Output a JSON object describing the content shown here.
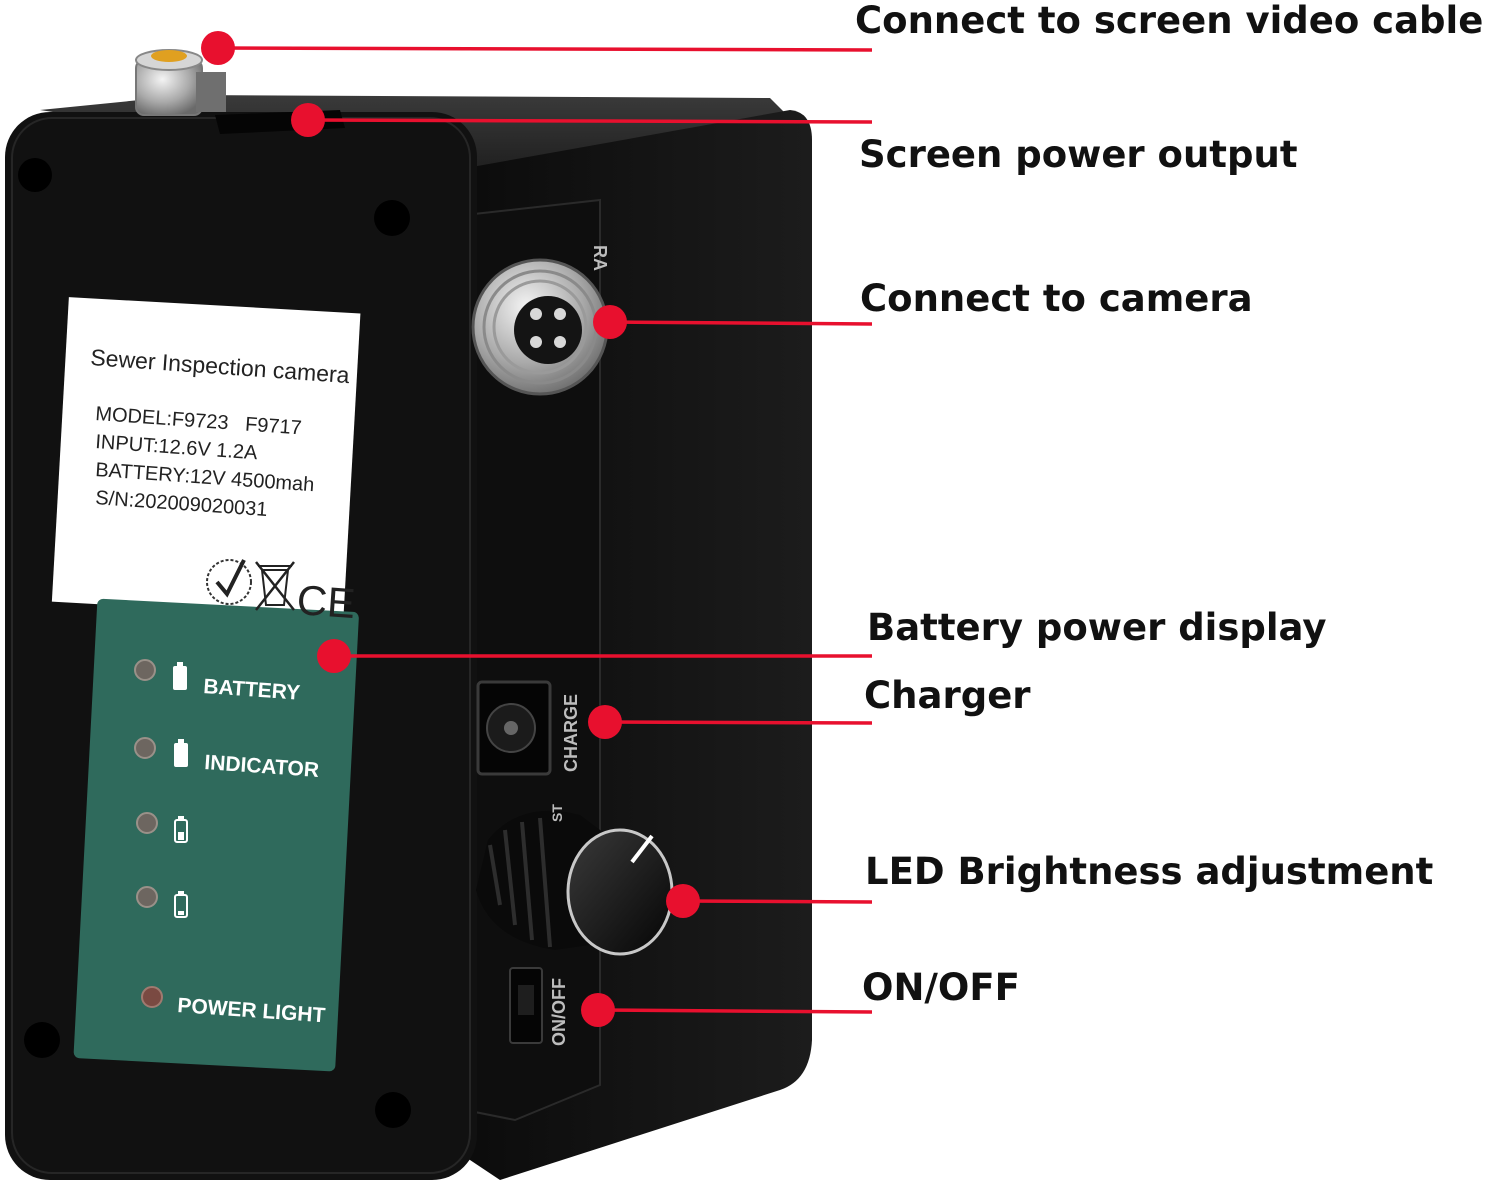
{
  "colors": {
    "accent": "#e8102e",
    "housing": "#141414",
    "panel": "#2f6a5c",
    "sticker": "#ffffff"
  },
  "callouts": [
    {
      "id": "video-cable",
      "label": "Connect to screen video cable"
    },
    {
      "id": "screen-power",
      "label": "Screen power output"
    },
    {
      "id": "camera",
      "label": "Connect to camera"
    },
    {
      "id": "battery-display",
      "label": "Battery power display"
    },
    {
      "id": "charger",
      "label": "Charger"
    },
    {
      "id": "led-brightness",
      "label": "LED Brightness adjustment"
    },
    {
      "id": "on-off",
      "label": "ON/OFF"
    }
  ],
  "sticker": {
    "title": "Sewer Inspection camera",
    "model": "MODEL:F9723   F9717",
    "input": "INPUT:12.6V 1.2A",
    "battery": "BATTERY:12V 4500mah",
    "serial": "S/N:202009020031",
    "ce_mark": "CE"
  },
  "panel": {
    "battery": "BATTERY",
    "indicator": "INDICATOR",
    "power_light": "POWER LIGHT"
  },
  "side": {
    "charge": "CHARGE",
    "on_off": "ON/OFF",
    "camera_partial": "RA",
    "adjust_partial": "ST"
  }
}
